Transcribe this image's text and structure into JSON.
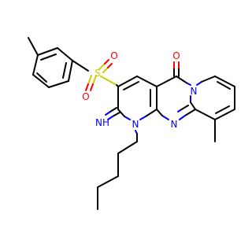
{
  "colors": {
    "background": "#ffffff",
    "bond": "#000000",
    "nitrogen": "#0000ff",
    "oxygen": "#ff0000",
    "sulfur": "#cccc00"
  },
  "atoms": {
    "sulfur": "S",
    "sulfonyl_oxygen_left": "O",
    "sulfonyl_oxygen_right": "O",
    "carbonyl_oxygen": "O",
    "imine_nitrogen": "NH",
    "ring_nitrogen_alkyl": "N",
    "ring_nitrogen_pyrimidine": "N",
    "ring_nitrogen_bridgehead": "N"
  }
}
